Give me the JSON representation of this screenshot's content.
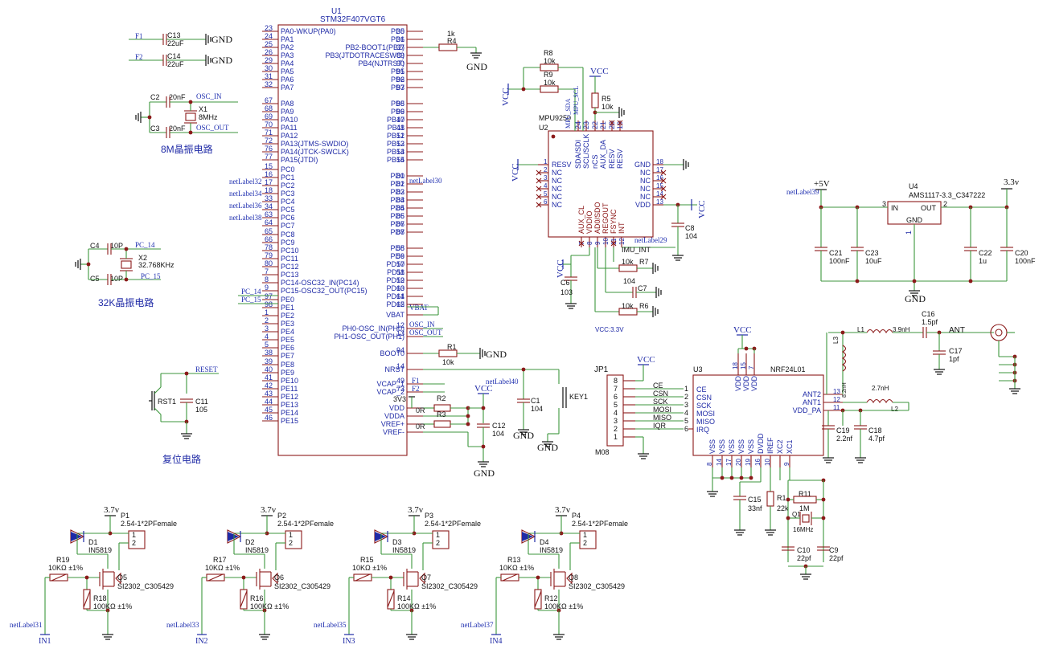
{
  "u1": {
    "ref": "U1",
    "part": "STM32F407VGT6",
    "left_pins": [
      {
        "num": "23",
        "name": "PA0-WKUP(PA0)"
      },
      {
        "num": "24",
        "name": "PA1"
      },
      {
        "num": "25",
        "name": "PA2"
      },
      {
        "num": "26",
        "name": "PA3"
      },
      {
        "num": "29",
        "name": "PA4"
      },
      {
        "num": "30",
        "name": "PA5"
      },
      {
        "num": "31",
        "name": "PA6"
      },
      {
        "num": "32",
        "name": "PA7"
      },
      {
        "num": "67",
        "name": "PA8"
      },
      {
        "num": "68",
        "name": "PA9"
      },
      {
        "num": "69",
        "name": "PA10"
      },
      {
        "num": "70",
        "name": "PA11"
      },
      {
        "num": "71",
        "name": "PA12"
      },
      {
        "num": "72",
        "name": "PA13(JTMS-SWDIO)"
      },
      {
        "num": "76",
        "name": "PA14(JTCK-SWCLK)"
      },
      {
        "num": "77",
        "name": "PA15(JTDI)"
      },
      {
        "num": "15",
        "name": "PC0"
      },
      {
        "num": "16",
        "name": "PC1"
      },
      {
        "num": "17",
        "name": "PC2"
      },
      {
        "num": "18",
        "name": "PC3"
      },
      {
        "num": "33",
        "name": "PC4"
      },
      {
        "num": "34",
        "name": "PC5"
      },
      {
        "num": "63",
        "name": "PC6"
      },
      {
        "num": "64",
        "name": "PC7"
      },
      {
        "num": "65",
        "name": "PC8"
      },
      {
        "num": "66",
        "name": "PC9"
      },
      {
        "num": "78",
        "name": "PC10"
      },
      {
        "num": "79",
        "name": "PC11"
      },
      {
        "num": "80",
        "name": "PC12"
      },
      {
        "num": "7",
        "name": "PC13"
      },
      {
        "num": "8",
        "name": "PC14-OSC32_IN(PC14)"
      },
      {
        "num": "9",
        "name": "PC15-OSC32_OUT(PC15)"
      },
      {
        "num": "97",
        "name": "PE0"
      },
      {
        "num": "98",
        "name": "PE1"
      },
      {
        "num": "1",
        "name": "PE2"
      },
      {
        "num": "2",
        "name": "PE3"
      },
      {
        "num": "3",
        "name": "PE4"
      },
      {
        "num": "4",
        "name": "PE5"
      },
      {
        "num": "5",
        "name": "PE6"
      },
      {
        "num": "38",
        "name": "PE7"
      },
      {
        "num": "39",
        "name": "PE8"
      },
      {
        "num": "40",
        "name": "PE9"
      },
      {
        "num": "41",
        "name": "PE10"
      },
      {
        "num": "42",
        "name": "PE11"
      },
      {
        "num": "43",
        "name": "PE12"
      },
      {
        "num": "44",
        "name": "PE13"
      },
      {
        "num": "45",
        "name": "PE14"
      },
      {
        "num": "46",
        "name": "PE15"
      }
    ],
    "right_pins": [
      {
        "num": "35",
        "name": "PB0"
      },
      {
        "num": "36",
        "name": "PB1"
      },
      {
        "num": "37",
        "name": "PB2-BOOT1(PB2)"
      },
      {
        "num": "89",
        "name": "PB3(JTDOTRACESWO)"
      },
      {
        "num": "90",
        "name": "PB4(NJTRST)"
      },
      {
        "num": "91",
        "name": "PB5"
      },
      {
        "num": "92",
        "name": "PB6"
      },
      {
        "num": "93",
        "name": "PB7"
      },
      {
        "num": "95",
        "name": "PB8"
      },
      {
        "num": "96",
        "name": "PB9"
      },
      {
        "num": "47",
        "name": "PB10"
      },
      {
        "num": "48",
        "name": "PB11"
      },
      {
        "num": "51",
        "name": "PB12"
      },
      {
        "num": "52",
        "name": "PB13"
      },
      {
        "num": "53",
        "name": "PB14"
      },
      {
        "num": "54",
        "name": "PB15"
      },
      {
        "num": "81",
        "name": "PD0"
      },
      {
        "num": "82",
        "name": "PD1"
      },
      {
        "num": "83",
        "name": "PD2"
      },
      {
        "num": "84",
        "name": "PD3"
      },
      {
        "num": "85",
        "name": "PD4"
      },
      {
        "num": "86",
        "name": "PD5"
      },
      {
        "num": "87",
        "name": "PD6"
      },
      {
        "num": "88",
        "name": "PD7"
      },
      {
        "num": "55",
        "name": "PD8"
      },
      {
        "num": "56",
        "name": "PD9"
      },
      {
        "num": "57",
        "name": "PD10"
      },
      {
        "num": "58",
        "name": "PD11"
      },
      {
        "num": "59",
        "name": "PD12"
      },
      {
        "num": "60",
        "name": "PD13"
      },
      {
        "num": "61",
        "name": "PD14"
      },
      {
        "num": "62",
        "name": "PD15"
      }
    ],
    "lower_right_pins": [
      {
        "num": "",
        "name": "VBAT"
      },
      {
        "num": "12",
        "name": "PH0-OSC_IN(PH0)"
      },
      {
        "num": "13",
        "name": "PH1-OSC_OUT(PH1)"
      },
      {
        "num": "94",
        "name": "BOOT0"
      },
      {
        "num": "14",
        "name": "NRST"
      },
      {
        "num": "49",
        "name": "VCAP_1"
      },
      {
        "num": "73",
        "name": "VCAP_2"
      },
      {
        "num": "",
        "name": "VDD"
      },
      {
        "num": "",
        "name": "VDDA"
      },
      {
        "num": "",
        "name": "VREF+"
      },
      {
        "num": "",
        "name": "VREF-"
      }
    ],
    "net_labels_left": [
      "netLabel32",
      "netLabel34",
      "netLabel36",
      "netLabel38"
    ],
    "net_labels_pc": [
      "PC_14",
      "PC_15"
    ],
    "vbat_label": "VBAT",
    "osc_labels": [
      "OSC_IN",
      "OSC_OUT"
    ],
    "netlabel30": "netLabel30",
    "r4": {
      "ref": "R4",
      "value": "1k"
    },
    "gnd": "GND"
  },
  "osc_8m": {
    "f1": "F1",
    "f2": "F2",
    "c13": "C13",
    "c13v": "22uF",
    "c14": "C14",
    "c14v": "22uF",
    "c2": "C2",
    "c3": "C3",
    "cap": "20nF",
    "x1": "X1",
    "x1v": "8MHz",
    "osc_in": "OSC_IN",
    "osc_out": "OSC_OUT",
    "title": "8M晶振电路",
    "gnd": "GND"
  },
  "osc_32k": {
    "c4": "C4",
    "c5": "C5",
    "cap": "10P",
    "x2": "X2",
    "x2v": "32.768KHz",
    "pc14": "PC_14",
    "pc15": "PC_15",
    "title": "32K晶振电路"
  },
  "reset": {
    "rst": "RST1",
    "c11": "C11",
    "c11v": "105",
    "net": "RESET",
    "title": "复位电路"
  },
  "boot": {
    "r1": "R1",
    "r1v": "10k",
    "gnd": "GND",
    "key": "KEY1",
    "c1": "C1",
    "c1v": "104",
    "netlabel40": "netLabel40",
    "vcc": "VCC",
    "f1": "F1",
    "f2": "F2",
    "v3": "3V3",
    "r2": "R2",
    "r3": "R3",
    "r0": "0R",
    "c12": "C12",
    "c12v": "104"
  },
  "mpu": {
    "ref": "U2",
    "part": "MPU9250",
    "r8": "R8",
    "r9": "R9",
    "r5": "R5",
    "r10k": "10k",
    "vcc": "VCC",
    "top_pins": [
      "SDA/SDI",
      "SCL/SCLK",
      "nCS",
      "AUX_DA",
      "RESV",
      "RESV"
    ],
    "top_nums": [
      "24",
      "23",
      "22",
      "21",
      "20",
      "19"
    ],
    "top_nets": [
      "MPU_SDA",
      "MPU_SCL"
    ],
    "left_pins": [
      "RESV",
      "NC",
      "NC",
      "NC",
      "NC",
      "NC"
    ],
    "left_nums": [
      "1",
      "2",
      "3",
      "4",
      "5",
      "6"
    ],
    "right_pins": [
      "GND",
      "NC",
      "NC",
      "NC",
      "NC",
      "VDD"
    ],
    "right_nums": [
      "18",
      "17",
      "16",
      "15",
      "14",
      "13"
    ],
    "bottom_pins": [
      "AUX_CL",
      "VDDIO",
      "AD0/SDO",
      "REGOUT",
      "FSYNC",
      "INT"
    ],
    "bottom_nums": [
      "7",
      "8",
      "9",
      "10",
      "11",
      "12"
    ],
    "c8": "C8",
    "c8v": "104",
    "netlabel29": "netLabel29",
    "imu": "IMU_INT",
    "r7": "R7",
    "c7": "C7",
    "c7v": "104",
    "r6": "R6",
    "c6": "C6",
    "c6v": "103",
    "note": "VCC:3.3V"
  },
  "psu": {
    "ref": "U4",
    "part": "AMS1117-3.3_C347222",
    "vin": "+5V",
    "vout": "3.3v",
    "netlabel39": "netLabel39",
    "in": "IN",
    "out": "OUT",
    "gnd_pin": "GND",
    "pin3": "3",
    "pin2": "2",
    "pin1": "1",
    "caps": [
      {
        "ref": "C21",
        "v": "100nF"
      },
      {
        "ref": "C23",
        "v": "10uF"
      },
      {
        "ref": "C22",
        "v": "1u"
      },
      {
        "ref": "C20",
        "v": "100nF"
      }
    ],
    "gnd": "GND"
  },
  "nrf": {
    "ref": "U3",
    "part": "NRF24L01",
    "jp": "JP1",
    "jpm": "M08",
    "vcc": "VCC",
    "sig": [
      "CE",
      "CSN",
      "SCK",
      "MOSI",
      "MISO",
      "IQR"
    ],
    "left_pins": [
      "CE",
      "CSN",
      "SCK",
      "MOSI",
      "MISO",
      "IRQ"
    ],
    "top_pins": [
      "VDD",
      "VDD",
      "VDD"
    ],
    "top_nums": [
      "18",
      "15",
      "7"
    ],
    "right_pins": [
      "ANT2",
      "ANT1",
      "VDD_PA"
    ],
    "right_nums": [
      "13",
      "12",
      "11"
    ],
    "bottom_pins": [
      "VSS",
      "VSS",
      "VSS",
      "VSS",
      "VSS",
      "DVDD",
      "IREF",
      "XC2",
      "XC1"
    ],
    "bottom_nums": [
      "8",
      "14",
      "17",
      "20",
      "19",
      "16",
      "10",
      "9"
    ],
    "l1": "L1",
    "l1v": "3.9nH",
    "c16": "C16",
    "c16v": "1.5pf",
    "ant": "ANT",
    "c17": "C17",
    "c17v": "1pf",
    "l3": "L3",
    "l3v": "8.2nH",
    "l2": "L2",
    "l2v": "2.7nH",
    "c19": "C19",
    "c19v": "2.2nf",
    "c18": "C18",
    "c18v": "4.7pf",
    "c15": "C15",
    "c15v": "33nf",
    "r1": "R1",
    "r1v": "22k",
    "r11": "R11",
    "r11v": "1M",
    "q1": "Q1",
    "q1v": "16MHz",
    "c10": "C10",
    "c10v": "22pf",
    "c9": "C9",
    "c9v": "22pf"
  },
  "inputs": [
    {
      "p": "P1",
      "d": "D1",
      "q": "Q5",
      "ra": "R19",
      "rb": "R18",
      "net": "netLabel31",
      "in": "IN1"
    },
    {
      "p": "P2",
      "d": "D2",
      "q": "Q6",
      "ra": "R17",
      "rb": "R16",
      "net": "netLabel33",
      "in": "IN2"
    },
    {
      "p": "P3",
      "d": "D3",
      "q": "Q7",
      "ra": "R15",
      "rb": "R14",
      "net": "netLabel35",
      "in": "IN3"
    },
    {
      "p": "P4",
      "d": "D4",
      "q": "Q8",
      "ra": "R13",
      "rb": "R12",
      "net": "netLabel37",
      "in": "IN4"
    }
  ],
  "input_common": {
    "v": "3.7v",
    "conn": "2.54-1*2PFemale",
    "diode": "IN5819",
    "mos": "SI2302_C305429",
    "ra": "10KΩ ±1%",
    "rb": "100KΩ ±1%",
    "pin1": "1",
    "pin2": "2"
  }
}
